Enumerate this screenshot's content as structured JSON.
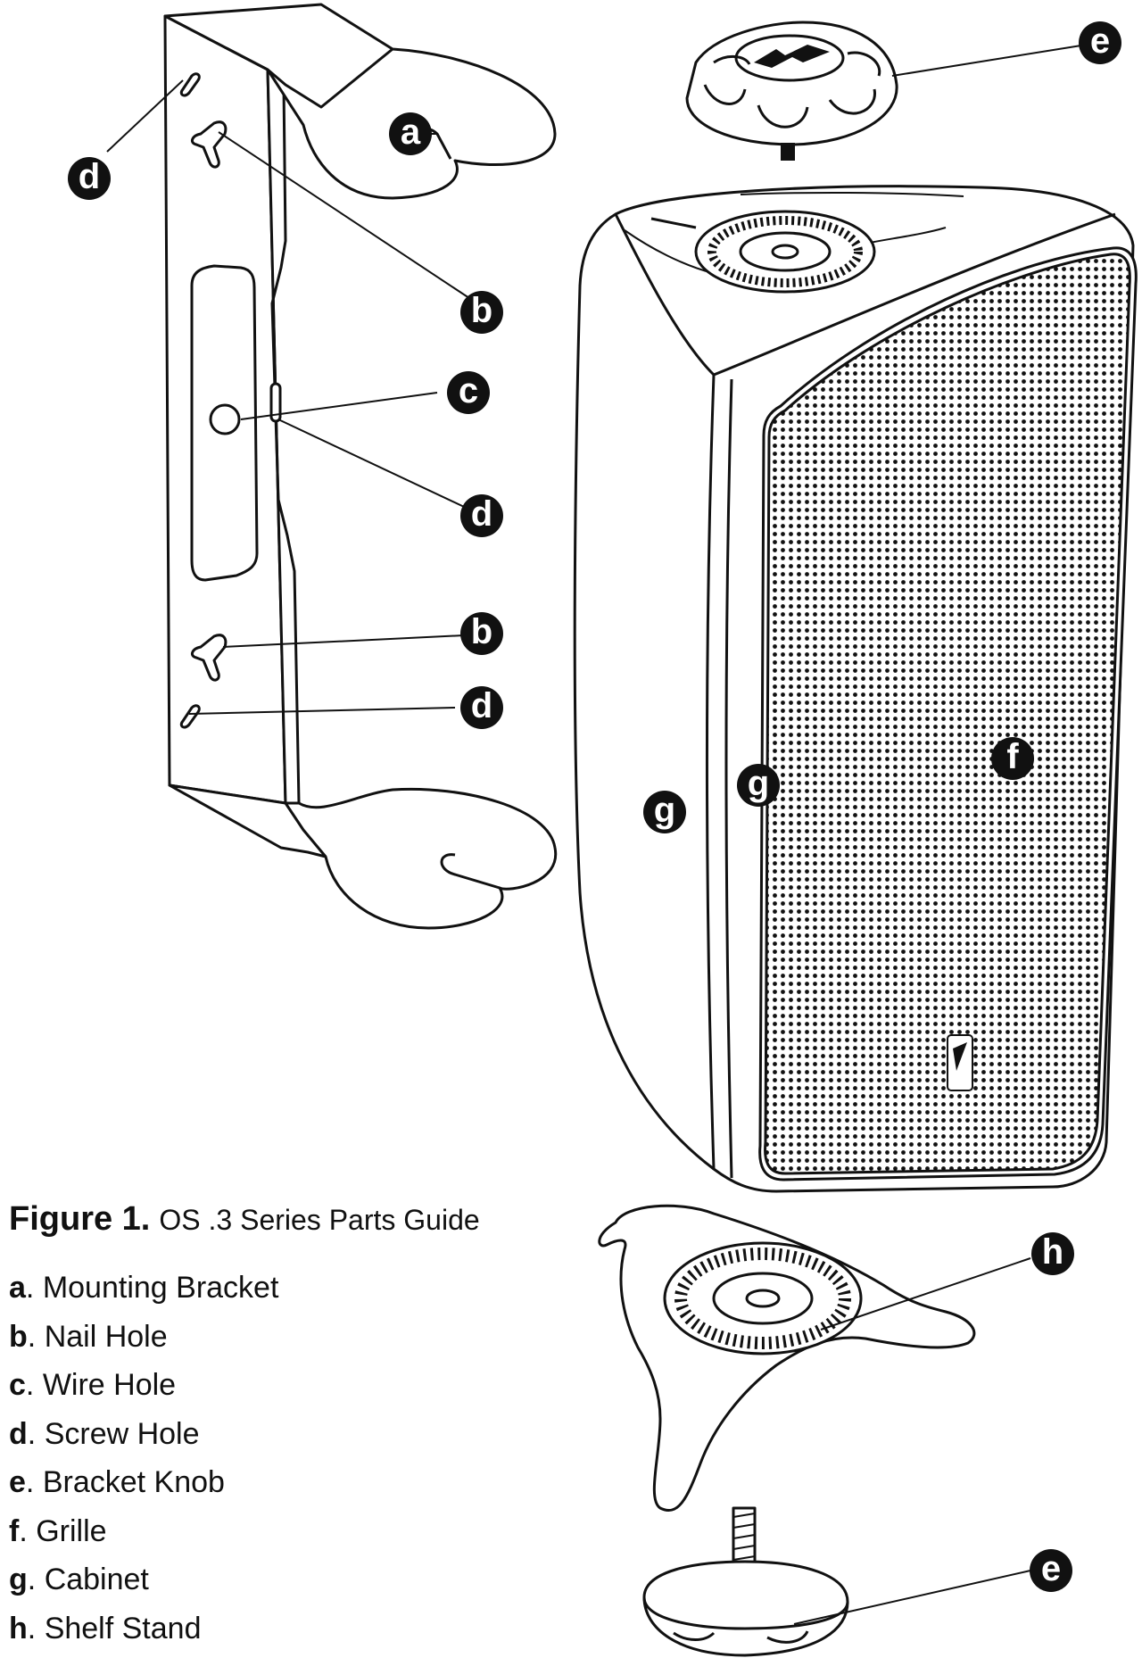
{
  "figure": {
    "number": "Figure 1.",
    "title": "OS .3 Series Parts Guide"
  },
  "legend": [
    {
      "key": "a",
      "label": "Mounting Bracket"
    },
    {
      "key": "b",
      "label": "Nail Hole"
    },
    {
      "key": "c",
      "label": "Wire Hole"
    },
    {
      "key": "d",
      "label": "Screw Hole"
    },
    {
      "key": "e",
      "label": "Bracket Knob"
    },
    {
      "key": "f",
      "label": "Grille"
    },
    {
      "key": "g",
      "label": "Cabinet"
    },
    {
      "key": "h",
      "label": "Shelf Stand"
    }
  ],
  "callouts": {
    "a": "a",
    "b": "b",
    "c": "c",
    "d": "d",
    "e": "e",
    "f": "f",
    "g": "g",
    "h": "h"
  },
  "colors": {
    "ink": "#111111",
    "paper": "#ffffff"
  }
}
